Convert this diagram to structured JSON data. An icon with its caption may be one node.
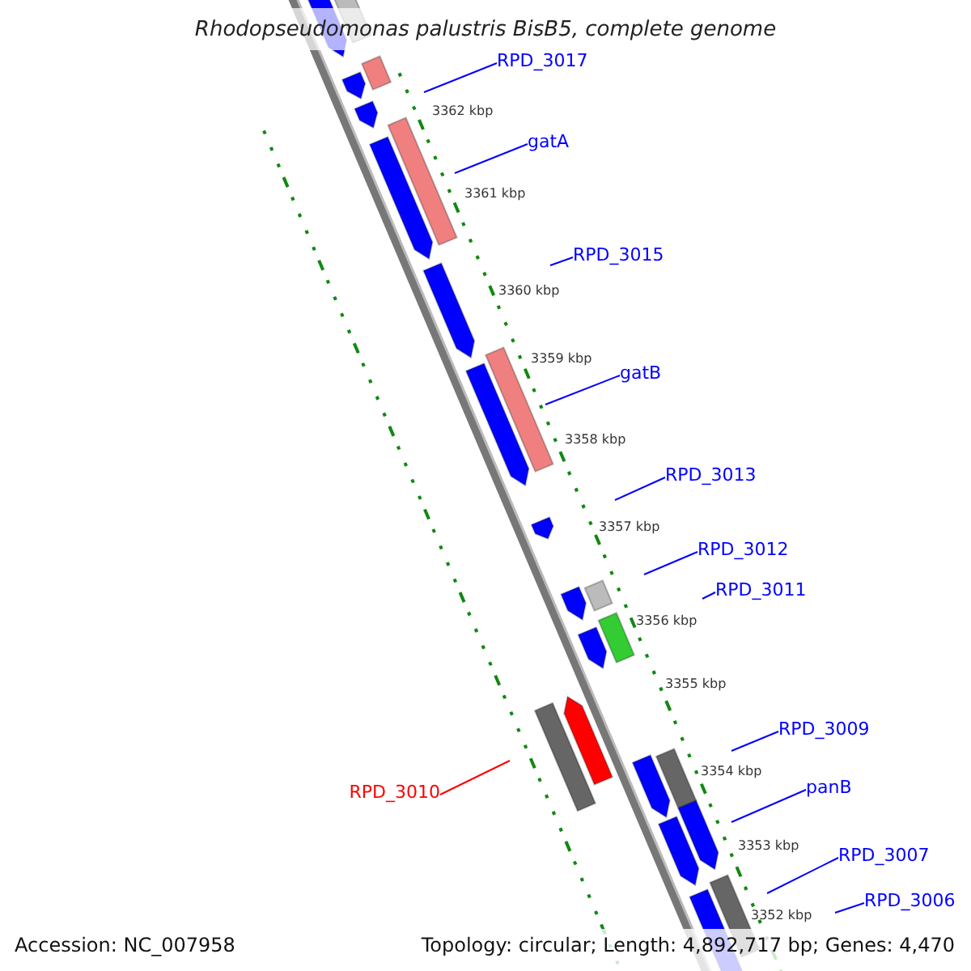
{
  "diagram": {
    "title": "Rhodopseudomonas palustris BisB5, complete genome",
    "nodes": [
      {
        "text": [
          "RPD_3017"
        ]
      },
      {
        "text": [
          "gatA"
        ]
      },
      {
        "text": [
          "RPD_3015"
        ]
      },
      {
        "text": [
          "gatB"
        ]
      },
      {
        "text": [
          "RPD_3013"
        ]
      },
      {
        "text": [
          "RPD_3012"
        ]
      },
      {
        "text": [
          "RPD_3011"
        ]
      },
      {
        "text": [
          "RPD_3010"
        ]
      },
      {
        "text": [
          "RPD_3009"
        ]
      },
      {
        "text": [
          "panB"
        ]
      },
      {
        "text": [
          "RPD_3007"
        ]
      },
      {
        "text": [
          "RPD_3006"
        ]
      }
    ],
    "edges": [
      {
        "from": 0,
        "to": null,
        "arrow": "none"
      },
      {
        "from": 1,
        "to": null,
        "arrow": "none"
      },
      {
        "from": 2,
        "to": null,
        "arrow": "none"
      },
      {
        "from": 3,
        "to": null,
        "arrow": "none"
      },
      {
        "from": 4,
        "to": null,
        "arrow": "none"
      },
      {
        "from": 5,
        "to": null,
        "arrow": "none"
      },
      {
        "from": 6,
        "to": null,
        "arrow": "none"
      },
      {
        "from": 7,
        "to": null,
        "arrow": "none",
        "color": "#ff0000"
      },
      {
        "from": 8,
        "to": null,
        "arrow": "none"
      },
      {
        "from": 9,
        "to": null,
        "arrow": "none"
      },
      {
        "from": 10,
        "to": null,
        "arrow": "none"
      },
      {
        "from": 11,
        "to": null,
        "arrow": "none"
      }
    ],
    "labels": [
      "3362 kbp",
      "3361 kbp",
      "3360 kbp",
      "3359 kbp",
      "3358 kbp",
      "3357 kbp",
      "3356 kbp",
      "3355 kbp",
      "3354 kbp",
      "3353 kbp",
      "3352 kbp",
      "Accession: NC_007958",
      "Topology: circular; Length: 4,892,717 bp; Genes: 4,470"
    ]
  }
}
